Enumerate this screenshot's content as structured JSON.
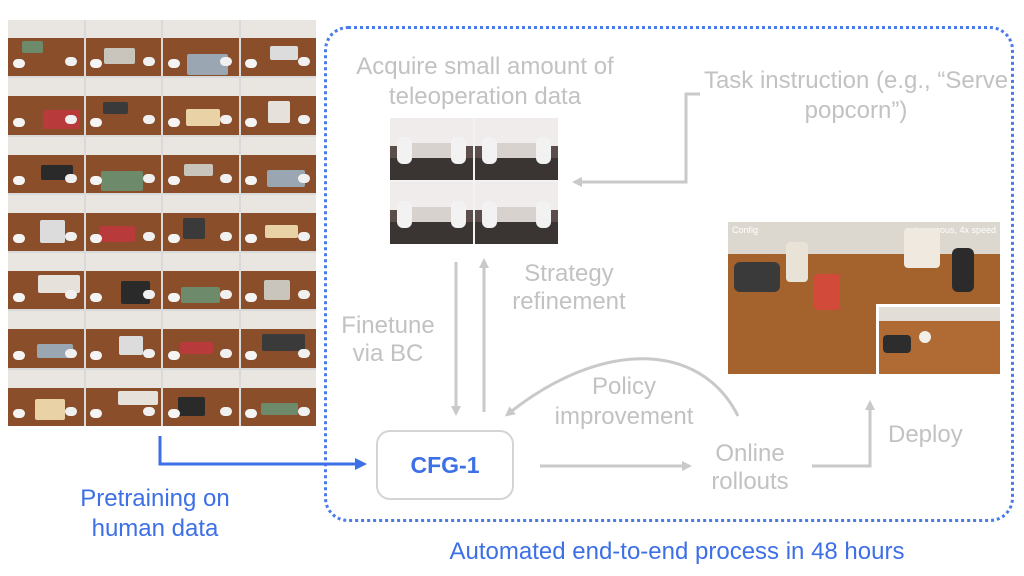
{
  "labels": {
    "acquire": "Acquire small amount of teleoperation data",
    "task": "Task instruction (e.g., “Serve popcorn”)",
    "strategy": "Strategy refinement",
    "finetune": "Finetune via BC",
    "policy": "Policy improvement",
    "online": "Online rollouts",
    "deploy": "Deploy",
    "model": "CFG-1",
    "pretraining": "Pretraining on human data",
    "automated": "Automated end-to-end process in 48 hours"
  },
  "deploy_image": {
    "overlay_left": "Config",
    "overlay_right": "autonomous, 4x speed"
  },
  "colors": {
    "blue": "#3d6fe6",
    "gray_text": "#c2c2c2",
    "gray_arrow": "#c9c9c9",
    "dotted_frame": "#4a7be8"
  }
}
